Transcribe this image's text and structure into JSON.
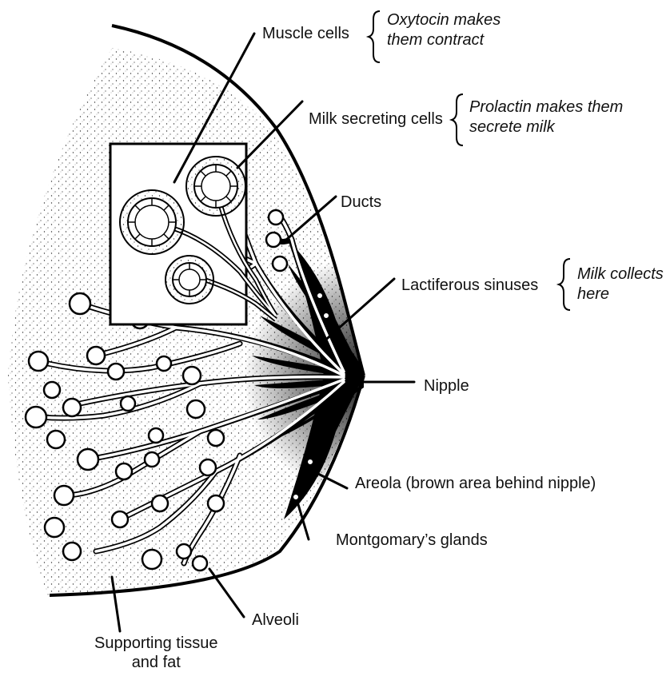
{
  "labels": {
    "muscle_cells": "Muscle cells",
    "milk_secreting_cells": "Milk secreting cells",
    "ducts": "Ducts",
    "lactiferous_sinuses": "Lactiferous sinuses",
    "nipple": "Nipple",
    "areola": "Areola (brown area behind nipple)",
    "montgomarys_glands": "Montgomary’s glands",
    "alveoli": "Alveoli",
    "supporting_tissue": "Supporting tissue\nand fat"
  },
  "notes": {
    "oxytocin": "Oxytocin makes\nthem contract",
    "prolactin": "Prolactin makes them\nsecrete milk",
    "milk_collects": "Milk collects\nhere"
  }
}
